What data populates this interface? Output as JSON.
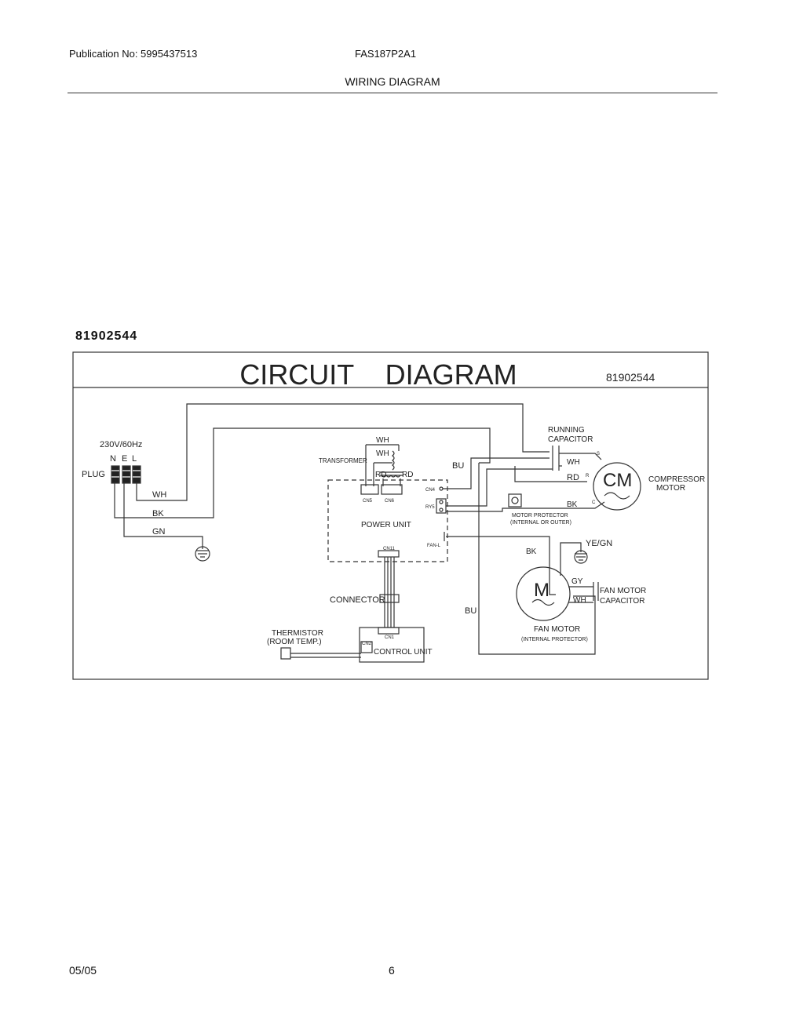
{
  "header": {
    "publication": "Publication No: 5995437513",
    "model": "FAS187P2A1",
    "section_title": "WIRING DIAGRAM"
  },
  "part_number": "81902544",
  "diagram": {
    "title": "CIRCUIT    DIAGRAM",
    "code": "81902544",
    "labels": {
      "supply": "230V/60Hz",
      "n": "N",
      "e": "E",
      "l": "L",
      "plug": "PLUG",
      "wh": "WH",
      "bk": "BK",
      "gn": "GN",
      "transformer": "TRANSFORMER",
      "wh_top": "WH",
      "wh_mid": "WH",
      "rd1": "RD",
      "rd2": "RD",
      "cn5": "CN5",
      "cn6": "CN6",
      "cn4": "CN4",
      "ry5": "RY5",
      "power_unit": "POWER UNIT",
      "fan_l": "FAN-L",
      "cn11": "CN11",
      "bu_top": "BU",
      "running_capacitor_1": "RUNNING",
      "running_capacitor_2": "CAPACITOR",
      "cap_wh": "WH",
      "cap_rd": "RD",
      "s": "S",
      "r": "R",
      "c": "C",
      "cm": "CM",
      "compressor_1": "COMPRESSOR",
      "compressor_2": "MOTOR",
      "bk_comp": "BK",
      "motor_protector_1": "MOTOR  PROTECTOR",
      "motor_protector_2": "(INTERNAL  OR  OUTER)",
      "bk_fan": "BK",
      "ye_gn": "YE/GN",
      "m": "M",
      "gy": "GY",
      "wh_fan": "WH",
      "fan_cap_1": "FAN MOTOR",
      "fan_cap_2": "CAPACITOR",
      "fan_motor_1": "FAN MOTOR",
      "fan_motor_2": "(INTERNAL PROTECTOR)",
      "connector": "CONNECTOR",
      "bu_bottom": "BU",
      "thermistor_1": "THERMISTOR",
      "thermistor_2": "(ROOM  TEMP.)",
      "cn2": "CN2",
      "cn1": "CN1",
      "control_unit": "CONTROL  UNIT"
    }
  },
  "footer": {
    "date": "05/05",
    "page": "6"
  }
}
